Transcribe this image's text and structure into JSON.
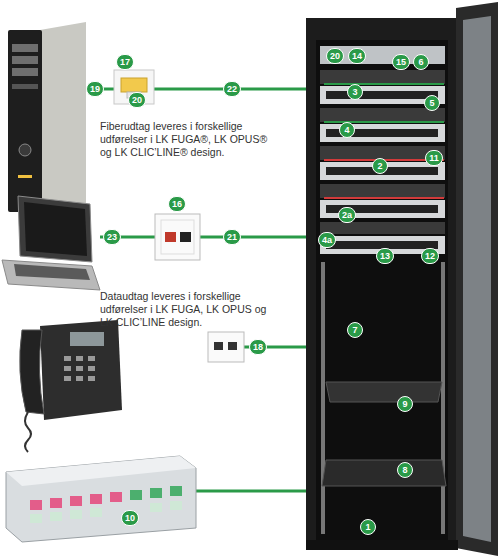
{
  "diagram": {
    "labels": [
      "17",
      "19",
      "20",
      "22",
      "Fiberudtag leveres i forskellige udførelser i LK FUGA®, LK OPUS® og LK CLIC’LINE® design.",
      "16",
      "23",
      "21",
      "Dataudtag leveres i forskellige udførelser i LK FUGA, LK OPUS og LK CLIC’LINE design.",
      "18",
      "10",
      "20",
      "14",
      "15",
      "6",
      "3",
      "5",
      "4",
      "11",
      "2",
      "2a",
      "4a",
      "13",
      "12",
      "7",
      "9",
      "8",
      "1"
    ]
  }
}
